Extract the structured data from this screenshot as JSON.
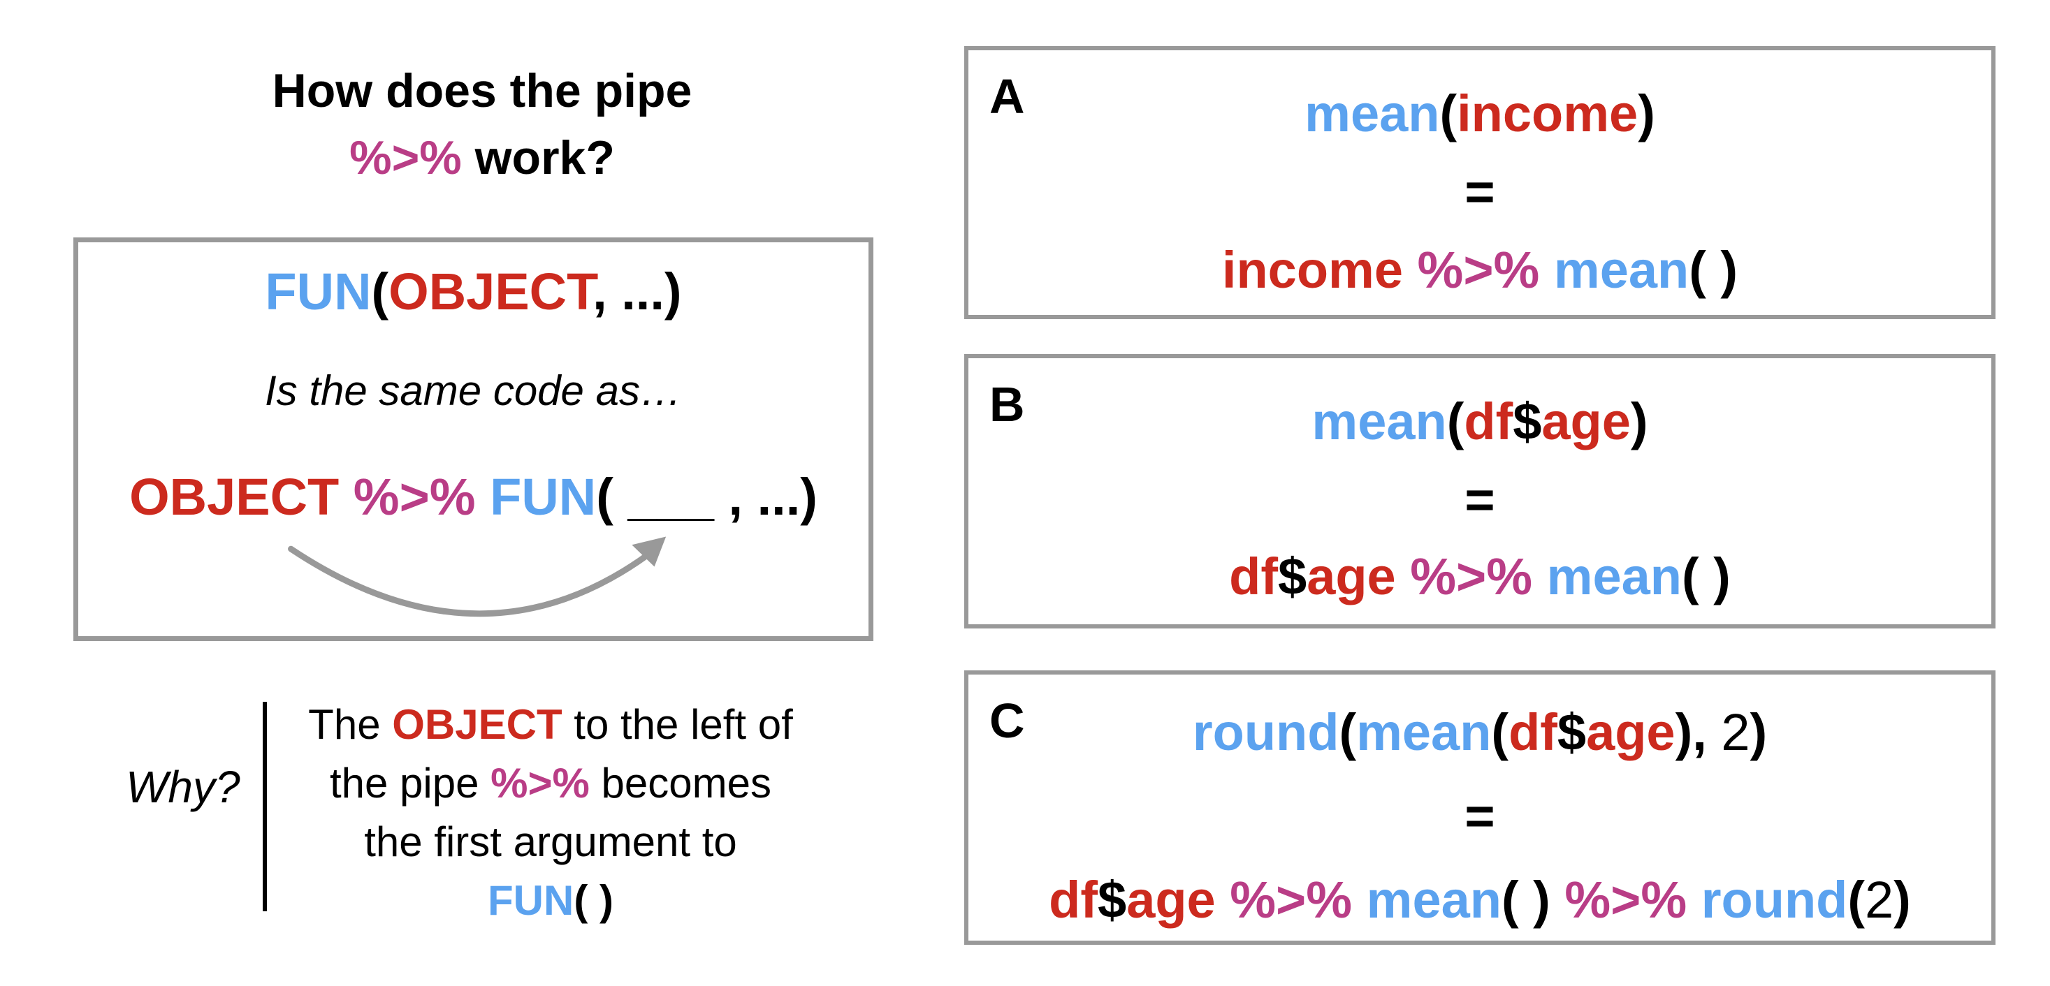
{
  "title": {
    "line1": "How does the pipe",
    "pipe": "%>%",
    "work": " work?"
  },
  "main_box": {
    "line1": {
      "fun": "FUN",
      "open": "(",
      "object": "OBJECT",
      "rest": ", ...)"
    },
    "line2": "Is the same code as…",
    "line3": {
      "object": "OBJECT",
      "pipe": " %>% ",
      "fun": "FUN",
      "rest": "( ___ , ...)"
    }
  },
  "why": {
    "label": "Why?",
    "t1": "The ",
    "object": "OBJECT",
    "t2": " to the left of",
    "t3": "the pipe ",
    "pipe": "%>%",
    "t4": " becomes",
    "t5": "the first argument to",
    "fun": "FUN",
    "paren": "( )"
  },
  "examples": {
    "a": {
      "letter": "A",
      "l1": {
        "fn": "mean",
        "open": "(",
        "arg": "income",
        "close": ")"
      },
      "eq": "=",
      "l3": {
        "arg": "income",
        "pipe": " %>% ",
        "fn": "mean",
        "paren": "( )"
      }
    },
    "b": {
      "letter": "B",
      "l1": {
        "fn": "mean",
        "open": "(",
        "df": "df",
        "dollar": "$",
        "col": "age",
        "close": ")"
      },
      "eq": "=",
      "l3": {
        "df": "df",
        "dollar": "$",
        "col": "age",
        "pipe": " %>% ",
        "fn": "mean",
        "paren": "( )"
      }
    },
    "c": {
      "letter": "C",
      "l1": {
        "round": "round",
        "open1": "(",
        "mean": "mean",
        "open2": "(",
        "df": "df",
        "dollar": "$",
        "col": "age",
        "close": "), ",
        "two": "2",
        "close2": ")"
      },
      "eq": "=",
      "l3": {
        "df": "df",
        "dollar": "$",
        "col": "age",
        "pipe1": " %>% ",
        "mean": "mean",
        "paren": "( )",
        "pipe2": " %>% ",
        "round": "round",
        "open": "(",
        "two": "2",
        "close": ")"
      }
    }
  },
  "colors": {
    "function": "#5ba2ef",
    "object": "#cc2a1e",
    "pipe": "#b93d86",
    "border": "#999999"
  }
}
